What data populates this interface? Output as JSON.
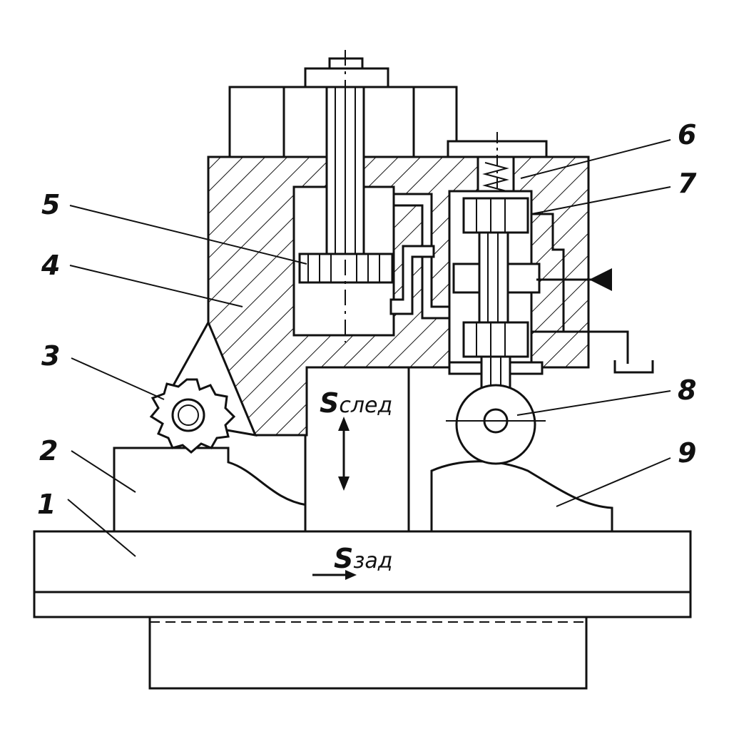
{
  "diagram": {
    "labels": [
      {
        "id": "1",
        "text": "1"
      },
      {
        "id": "2",
        "text": "2"
      },
      {
        "id": "3",
        "text": "3"
      },
      {
        "id": "4",
        "text": "4"
      },
      {
        "id": "5",
        "text": "5"
      },
      {
        "id": "6",
        "text": "6"
      },
      {
        "id": "7",
        "text": "7"
      },
      {
        "id": "8",
        "text": "8"
      },
      {
        "id": "9",
        "text": "9"
      }
    ],
    "feed_follow": {
      "main": "S",
      "sub": "след"
    },
    "feed_set": {
      "main": "S",
      "sub": "зад"
    }
  }
}
